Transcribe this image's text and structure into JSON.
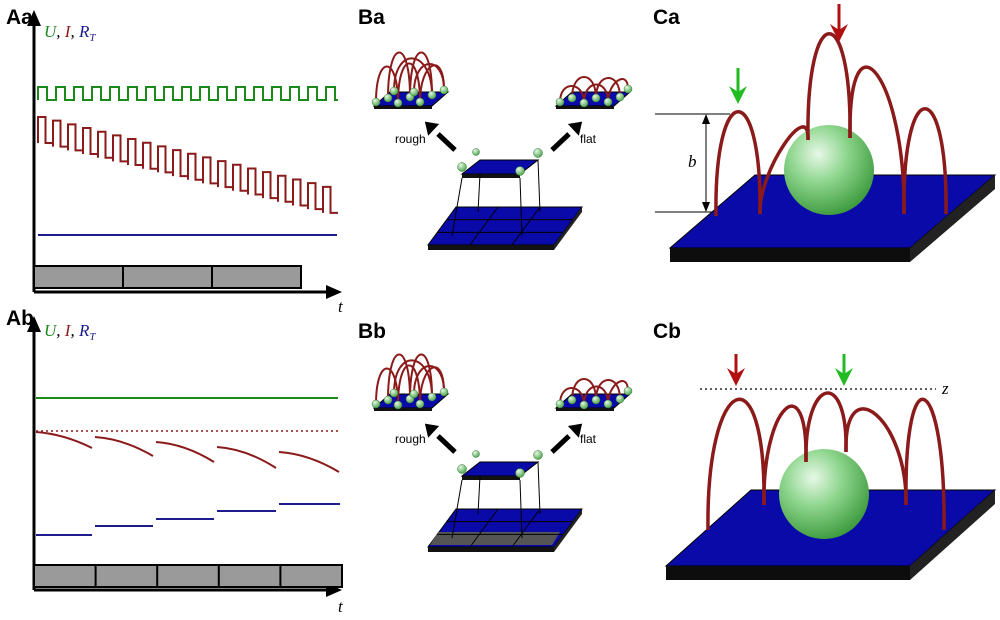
{
  "panels": {
    "Aa": {
      "label": "Aa",
      "legend": {
        "U": "U",
        "sep1": ", ",
        "I": "I",
        "sep2": ", ",
        "R": "R",
        "R_sub": "T"
      },
      "axis_t": "t",
      "segments": 3
    },
    "Ab": {
      "label": "Ab",
      "legend": {
        "U": "U",
        "sep1": ", ",
        "I": "I",
        "sep2": ", ",
        "R": "R",
        "R_sub": "T"
      },
      "axis_t": "t",
      "segments": 5
    },
    "Ba": {
      "label": "Ba",
      "left_caption": "rough",
      "right_caption": "flat"
    },
    "Bb": {
      "label": "Bb",
      "left_caption": "rough",
      "right_caption": "flat"
    },
    "Ca": {
      "label": "Ca",
      "dimension_label": "b"
    },
    "Cb": {
      "label": "Cb",
      "level_label": "z"
    }
  },
  "colors": {
    "U": "#1a8a1a",
    "I": "#8b1a1a",
    "R": "#1c1c8c",
    "surface": "#0a0aa8",
    "surface_dark": "#0d0d0d",
    "bar": "#9a9a9a",
    "sphere": "#7ecf7e",
    "arrow_red": "#b01010",
    "arrow_green": "#22bb22"
  },
  "icons": {
    "arrow": "black-arrow-icon",
    "down_arrow": "down-arrow-icon"
  }
}
